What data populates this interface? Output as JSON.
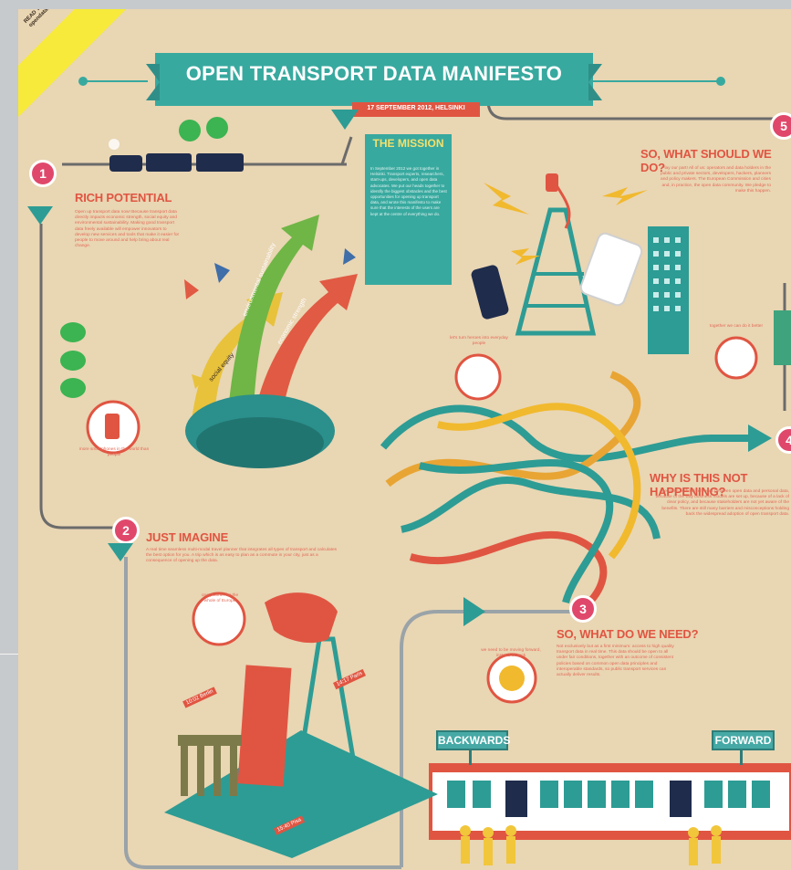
{
  "title": "OPEN TRANSPORT DATA MANIFESTO",
  "subtitle": "17 SEPTEMBER 2012, HELSINKI",
  "corner_note": "READ THE FULL MANIFESTO AT opendatatransport.eu/manifesto",
  "mission": {
    "heading": "THE MISSION",
    "body": "In September 2012 we got together in Helsinki. Transport experts, researchers, start-ups, developers, and open data advocates. We put our heads together to identify the biggest obstacles and the best opportunities for opening up transport data, and wrote this manifesto to make sure that the interests of the users are kept at the centre of everything we do."
  },
  "sections": [
    {
      "number": "1",
      "heading": "RICH POTENTIAL",
      "body": "Open up transport data now! Because transport data directly impacts economic strength, social equity and environmental sustainability. Making good transport data freely available will empower innovators to develop new services and tools that make it easier for people to move around and help bring about real change."
    },
    {
      "number": "2",
      "heading": "JUST IMAGINE",
      "body": "A real time seamless multi-modal travel planner that integrates all types of transport and calculates the best option for you. A trip which is as easy to plan as a commute in your city, just as a consequence of opening up the data."
    },
    {
      "number": "3",
      "heading": "SO, WHAT DO WE NEED?",
      "body": "Not exclusively but as a first minimum: access to high quality transport data in real time. This data should be open to all under fair conditions, together with an outcome of consistent policies based on common open data principles and interoperable standards, so public transport services can actually deliver results."
    },
    {
      "number": "4",
      "heading": "WHY IS THIS NOT HAPPENING?",
      "body": "Because of the differences between open data and personal data, because of the way business models are set up, because of a lack of clear policy, and because stakeholders are not yet aware of the benefits. There are still many barriers and misconceptions holding back the widespread adoption of open transport data."
    },
    {
      "number": "5",
      "heading": "SO, WHAT SHOULD WE DO?",
      "body": "Play our part! All of us: operators and data holders in the public and private sectors, developers, hackers, planners and policy makers. The European Commission and cities and, in practice, the open data community. We pledge to make this happen."
    }
  ],
  "arrows": {
    "economic": "economic strength",
    "environmental": "environmental sustainability",
    "social": "social equity"
  },
  "bubbles": {
    "smartphones": "more smartphones in the world than people",
    "lets_turn": "let's turn heroes into everyday people",
    "trip_planner": "one planner for the whole of Europe",
    "stay_ahead": "we need to be moving forward, instead of back",
    "handshake": "together we can do it better"
  },
  "signs": {
    "backwards": "BACKWARDS",
    "forward": "FORWARD"
  },
  "tags": {
    "berlin": "10:02 Berlin",
    "paris": "14:17 Paris",
    "pisa": "15:40 Pisa"
  },
  "colors": {
    "paper": "#e9d6b3",
    "teal": "#2e9c94",
    "red": "#e05542",
    "yellow": "#f1b92d",
    "green": "#63b346"
  }
}
